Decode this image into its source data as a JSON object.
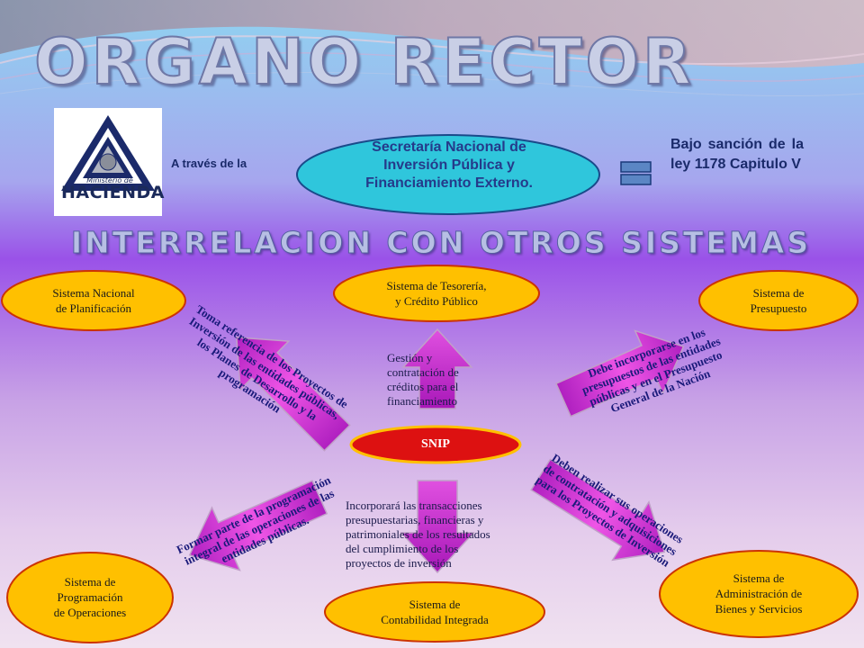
{
  "title": "ORGANO RECTOR",
  "subtitle": "INTERRELACION CON OTROS SISTEMAS",
  "logo": {
    "line1": "Ministerio de",
    "line2": "HACIENDA"
  },
  "via_label": "A través de la",
  "secretaria": [
    "Secretaría Nacional de",
    "Inversión Pública y",
    "Financiamiento Externo."
  ],
  "sancion": "Bajo sanción de la ley 1178 Capitulo V",
  "center": "SNIP",
  "systems": {
    "planificacion": [
      "Sistema Nacional",
      "de Planificación"
    ],
    "tesoreria": [
      "Sistema de Tesorería,",
      "y Crédito Público"
    ],
    "presupuesto": [
      "Sistema de",
      "Presupuesto"
    ],
    "programacion": [
      "Sistema de",
      "Programación",
      "de Operaciones"
    ],
    "contabilidad": [
      "Sistema de",
      "Contabilidad Integrada"
    ],
    "bienes": [
      "Sistema de",
      "Administración de",
      "Bienes y Servicios"
    ]
  },
  "notes": {
    "tesoreria": [
      "Gestión y",
      "contratación de",
      "créditos para el",
      "financiamiento"
    ],
    "contabilidad": [
      "Incorporará las transacciones",
      "presupuestarias, financieras y",
      "patrimoniales de los resultados",
      "del cumplimiento de los",
      "proyectos de inversión"
    ]
  },
  "arrow_texts": {
    "planificacion": [
      "Toma referencia de los Proyectos de",
      "Inversión de las entidades públicas,",
      "los Planes de Desarrollo y la",
      "programación"
    ],
    "presupuesto": [
      "Debe incorporarse en los",
      "presupuestos de las entidades",
      "públicas y en el Presupuesto",
      "General de la Nación"
    ],
    "programacion": [
      "Formar parte de la programación",
      "integral de las operaciones de las",
      "entidades públicas."
    ],
    "bienes": [
      "Deben realizar sus operaciones",
      "de contratación y adquisiciones",
      "para los Proyectos de Inversión"
    ]
  },
  "colors": {
    "oval_fill": "#ffc000",
    "oval_stroke": "#cc3300",
    "secretaria_fill": "#2fc6dc",
    "arrow_fill": "#cc33cc",
    "snip_fill": "#dd1111"
  }
}
